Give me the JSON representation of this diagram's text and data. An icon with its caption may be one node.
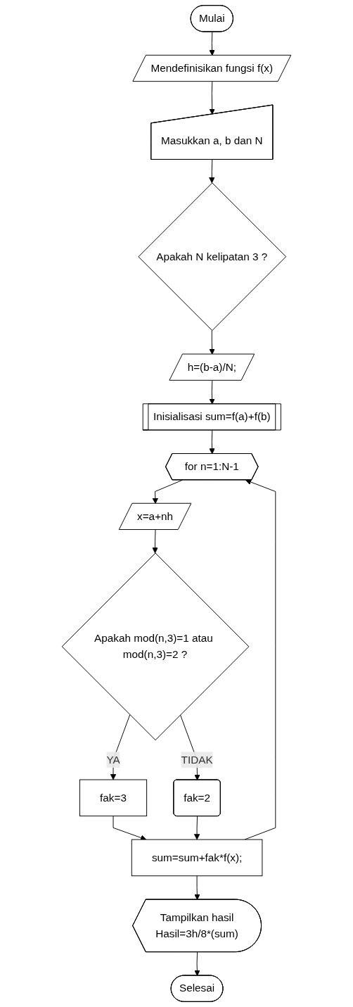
{
  "diagram": {
    "nodes": [
      {
        "text": [
          "Mulai"
        ]
      },
      {
        "text": [
          "Mendefinisikan fungsi f(x)"
        ]
      },
      {
        "text": [
          "Masukkan a, b dan N"
        ]
      },
      {
        "text": [
          "Apakah N kelipatan 3 ?"
        ]
      },
      {
        "text": [
          "h=(b-a)/N;"
        ]
      },
      {
        "text": [
          "Inisialisasi sum=f(a)+f(b)"
        ]
      },
      {
        "text": [
          "for n=1:N-1"
        ]
      },
      {
        "text": [
          "x=a+nh"
        ]
      },
      {
        "text": [
          "Apakah mod(n,3)=1 atau mod(n,3)=2 ?"
        ]
      },
      {
        "text": [
          "fak=3"
        ]
      },
      {
        "text": [
          "fak=2"
        ]
      },
      {
        "text": [
          "sum=sum+fak*f(x);"
        ]
      },
      {
        "text": [
          "Tampilkan hasil",
          "Hasil=3h/8*(sum)"
        ]
      },
      {
        "text": [
          "Selesai"
        ]
      }
    ],
    "edges": [
      {
        "from": 0,
        "to": 1,
        "arrow": "to"
      },
      {
        "from": 1,
        "to": 2,
        "arrow": "to"
      },
      {
        "from": 2,
        "to": 3,
        "arrow": "to"
      },
      {
        "from": 3,
        "to": 4,
        "arrow": "to"
      },
      {
        "from": 4,
        "to": 5,
        "arrow": "to"
      },
      {
        "from": 5,
        "to": 6,
        "arrow": "to"
      },
      {
        "from": 6,
        "to": 7,
        "arrow": "to"
      },
      {
        "from": 7,
        "to": 8,
        "arrow": "to"
      },
      {
        "from": 8,
        "to": 9,
        "label": "YA",
        "arrow": "to"
      },
      {
        "from": 8,
        "to": 10,
        "label": "TIDAK",
        "arrow": "to"
      },
      {
        "from": 9,
        "to": 11,
        "arrow": "to"
      },
      {
        "from": 10,
        "to": 11,
        "arrow": "to"
      },
      {
        "from": 11,
        "to": 6,
        "arrow": "to"
      },
      {
        "from": 11,
        "to": 12,
        "arrow": "to"
      },
      {
        "from": 12,
        "to": 13,
        "arrow": "to"
      }
    ]
  }
}
